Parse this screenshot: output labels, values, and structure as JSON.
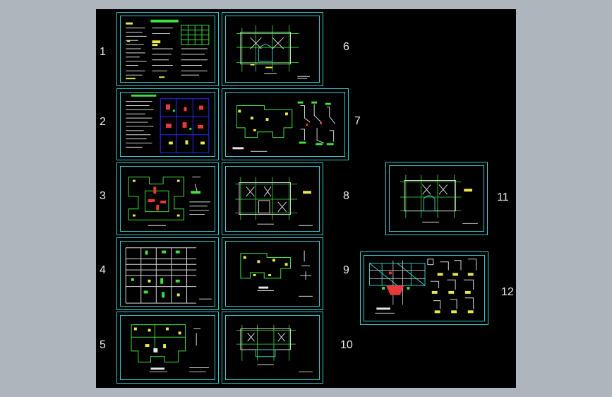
{
  "sheets": [
    {
      "label": "1"
    },
    {
      "label": "2"
    },
    {
      "label": "3"
    },
    {
      "label": "4"
    },
    {
      "label": "5"
    },
    {
      "label": "6"
    },
    {
      "label": "7"
    },
    {
      "label": "8"
    },
    {
      "label": "9"
    },
    {
      "label": "10"
    },
    {
      "label": "11"
    },
    {
      "label": "12"
    }
  ],
  "colors": {
    "background": "#aeb5bd",
    "canvas": "#000000",
    "frame": "#36c8c8",
    "linework": "#d8d8d8",
    "accent_yellow": "#e8e84a",
    "accent_green": "#3fe03f",
    "accent_red": "#e83a3a",
    "accent_blue": "#2a2aff"
  }
}
